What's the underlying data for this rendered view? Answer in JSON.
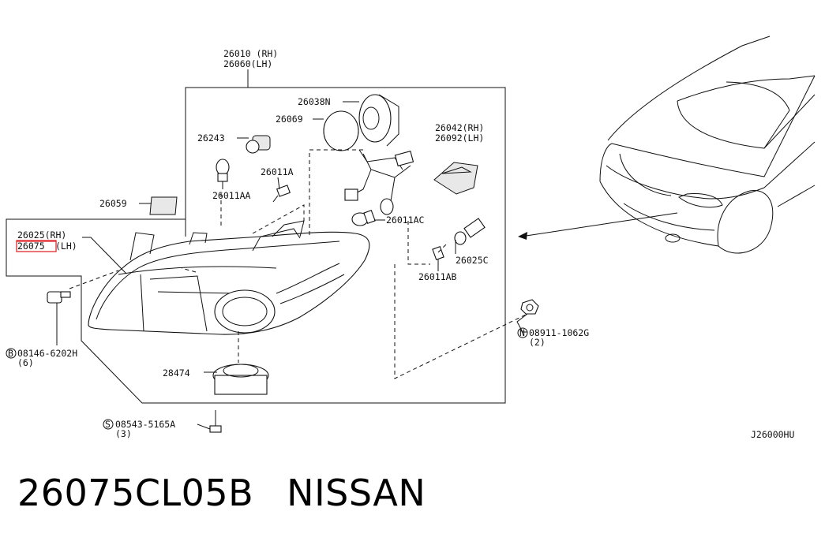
{
  "diagram": {
    "labels": {
      "assy_rh": "26010 (RH)",
      "assy_lh": "26060(LH)",
      "n26038": "26038N",
      "n26069": "26069",
      "n26243": "26243",
      "n26011a": "26011A",
      "n26011aa": "26011AA",
      "n26059": "26059",
      "n26042": "26042(RH)",
      "n26092": "26092(LH)",
      "n26011ac": "26011AC",
      "n26025c": "26025C",
      "n26011ab": "26011AB",
      "n26025_rh": "26025(RH)",
      "n26075_lh": "26075",
      "n26075_lh_suffix": "(LH)",
      "bolt_circle": "B",
      "bolt": "08146-6202H",
      "bolt_qty": "(6)",
      "nut_circle": "N",
      "nut": "08911-1062G",
      "nut_qty": "(2)",
      "screw_circle": "S",
      "screw": "08543-5165A",
      "screw_qty": "(3)",
      "n28474": "28474",
      "diagram_code": "J26000HU"
    },
    "highlight_color": "#e0282e"
  },
  "caption": {
    "part_number": "26075CL05B",
    "brand": "NISSAN"
  }
}
